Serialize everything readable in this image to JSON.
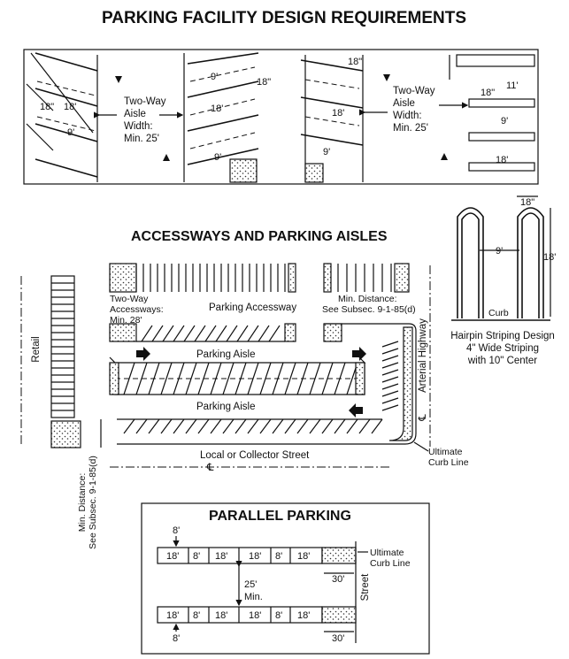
{
  "title": "PARKING FACILITY DESIGN REQUIREMENTS",
  "angled": {
    "left_dims": [
      "18\"",
      "18'",
      "9'"
    ],
    "center_dims": [
      "9'",
      "18\"",
      "18'",
      "9'"
    ],
    "aisle_label_1": [
      "Two-Way",
      "Aisle",
      "Width:",
      "Min. 25'"
    ],
    "right_dims": [
      "18\"",
      "18'",
      "9'"
    ],
    "aisle_label_2": [
      "Two-Way",
      "Aisle",
      "Width:",
      "Min. 25'"
    ],
    "perp_dims": [
      "11'",
      "18\"",
      "9'",
      "18'"
    ]
  },
  "access": {
    "title": "ACCESSWAYS AND PARKING AISLES",
    "retail": "Retail",
    "two_way_acc": [
      "Two-Way",
      "Accessways:",
      "Min. 28'"
    ],
    "parking_accessway": "Parking Accessway",
    "min_distance_top": [
      "Min. Distance:",
      "See Subsec. 9-1-85(d)"
    ],
    "parking_aisle_1": "Parking Aisle",
    "parking_aisle_2": "Parking Aisle",
    "arterial": "Arterial Highway",
    "cl_symbol": "℄",
    "ultimate_curb": [
      "Ultimate",
      "Curb Line"
    ],
    "local_street": "Local or Collector Street",
    "min_distance_left": [
      "Min. Distance:",
      "See Subsec. 9-1-85(d)"
    ]
  },
  "hairpin": {
    "top_dim": "18\"",
    "width_dim": "9'",
    "height_dim": "18'",
    "curb": "Curb",
    "caption": [
      "Hairpin Striping Design",
      "4\" Wide Striping",
      "with 10\" Center"
    ]
  },
  "parallel": {
    "title": "PARALLEL PARKING",
    "top_row": [
      "18'",
      "8'",
      "18'",
      "18'",
      "8'",
      "18'"
    ],
    "bottom_row": [
      "18'",
      "8'",
      "18'",
      "18'",
      "8'",
      "18'"
    ],
    "top_width": "8'",
    "bottom_width": "8'",
    "aisle": [
      "25'",
      "Min."
    ],
    "curb_len_top": "30'",
    "curb_len_bottom": "30'",
    "ultimate_curb": [
      "Ultimate",
      "Curb Line"
    ],
    "street": "Street"
  }
}
